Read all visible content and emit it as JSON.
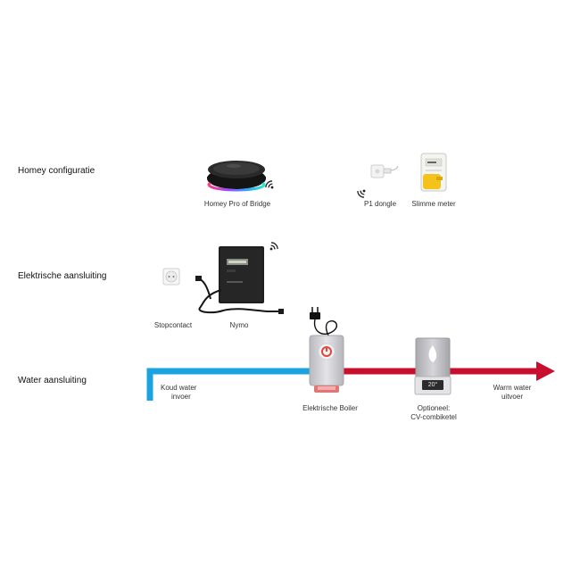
{
  "rows": {
    "homey": "Homey configuratie",
    "electric": "Elektrische aansluiting",
    "water": "Water aansluiting"
  },
  "devices": {
    "homey_pro": "Homey Pro of Bridge",
    "p1_dongle": "P1 dongle",
    "smart_meter": "Slimme meter",
    "socket": "Stopcontact",
    "nymo": "Nymo",
    "boiler": "Elektrische Boiler",
    "cv_line1": "Optioneel:",
    "cv_line2": "CV-combiketel",
    "cv_display": "20°"
  },
  "water": {
    "cold_line1": "Koud water",
    "cold_line2": "invoer",
    "warm_line1": "Warm water",
    "warm_line2": "uitvoer"
  },
  "colors": {
    "cold_pipe": "#1aa3e0",
    "warm_pipe": "#c8102e",
    "device_dark": "#1c1c1c",
    "boiler_body": "#cfcfd4",
    "boiler_accent": "#e0463c",
    "meter_yellow": "#f3c21b"
  }
}
